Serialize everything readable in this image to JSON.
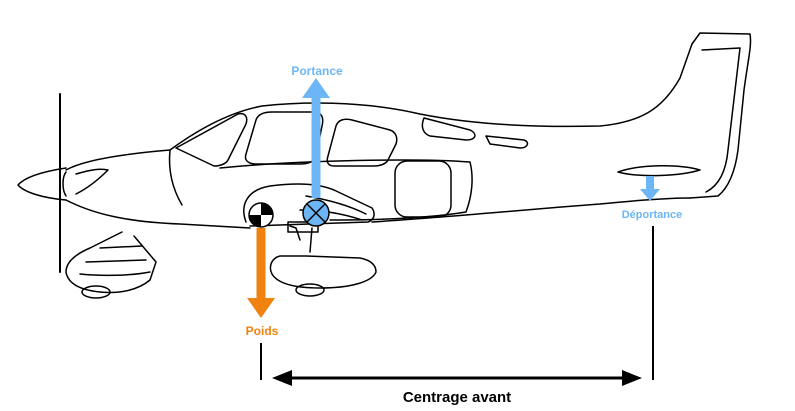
{
  "labels": {
    "lift": "Portance",
    "weight": "Poids",
    "downforce": "Déportance",
    "dimension": "Centrage avant"
  },
  "colors": {
    "lift": "#6db6f5",
    "weight": "#f0820f",
    "downforce": "#6db6f5",
    "outline": "#000000",
    "center_of_lift_fill": "#6db6f5"
  },
  "icons": {
    "center_of_gravity": "cg-symbol-icon",
    "center_of_lift": "circle-cross-icon"
  }
}
